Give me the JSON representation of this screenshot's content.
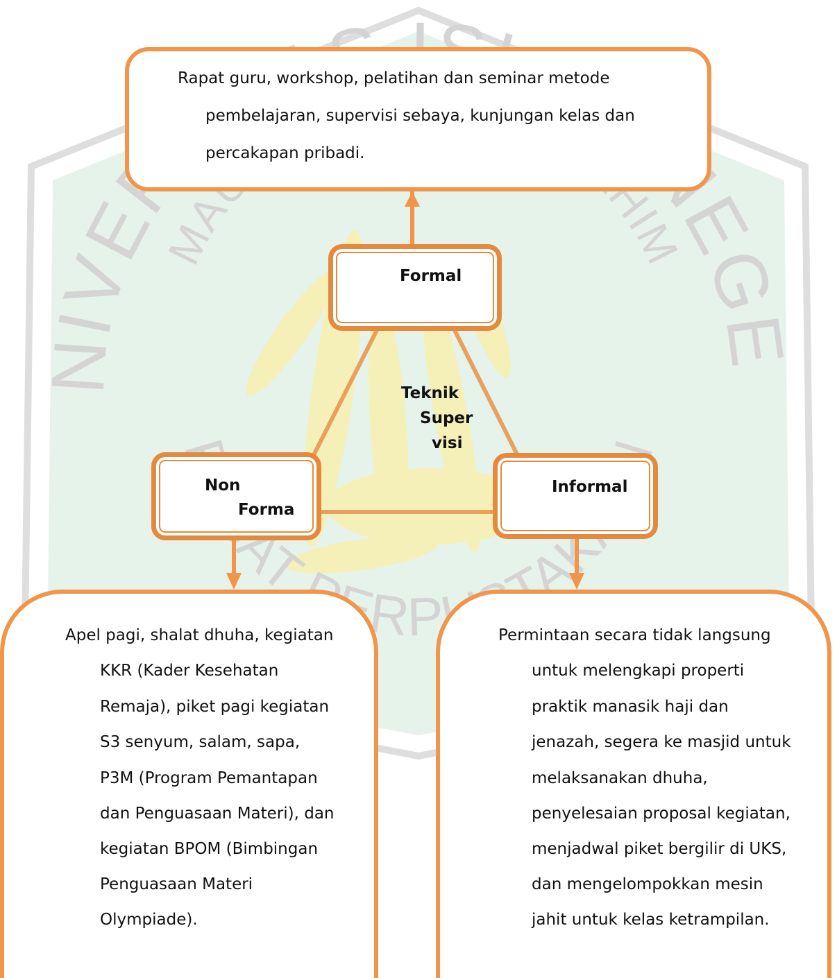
{
  "diagram": {
    "top_box": {
      "lines": [
        "Rapat guru, workshop, pelatihan dan seminar metode",
        "pembelajaran, supervisi sebaya, kunjungan kelas dan",
        "percakapan pribadi."
      ]
    },
    "nodes": {
      "formal": {
        "label": "Formal"
      },
      "non_formal": {
        "label_line1": "Non",
        "label_line2": "Forma"
      },
      "informal": {
        "label": "Informal"
      }
    },
    "center": {
      "line1": "Teknik",
      "line2": "Super",
      "line3": "visi"
    },
    "left_box": {
      "lines": [
        "Apel pagi, shalat dhuha, kegiatan",
        "KKR (Kader Kesehatan",
        "Remaja), piket pagi kegiatan",
        "S3 senyum, salam, sapa,",
        "P3M (Program Pemantapan",
        "dan Penguasaan Materi), dan",
        "kegiatan BPOM (Bimbingan",
        "Penguasaan Materi",
        "Olympiade)."
      ]
    },
    "right_box": {
      "lines": [
        "Permintaan secara tidak langsung",
        "untuk melengkapi properti",
        "praktik manasik haji dan",
        "jenazah, segera ke masjid untuk",
        "melaksanakan dhuha,",
        "penyelesaian proposal kegiatan,",
        "menjadwal piket bergilir di UKS,",
        "dan mengelompokkan mesin",
        "jahit untuk kelas ketrampilan."
      ]
    }
  },
  "watermark": {
    "outer_text": "UNIVERSITAS ISLAM NEGERI",
    "inner_text": "MAULANA MALIK IBRAHIM",
    "bottom_text": "PUSAT PERPUSTAKAAN"
  },
  "colors": {
    "accent": "#f0954a",
    "node_border": "#e48a3e",
    "watermark_fill": "#e6f3ea",
    "watermark_text": "#d2d2d2",
    "watermark_calligraphy": "#f4f0b8"
  }
}
